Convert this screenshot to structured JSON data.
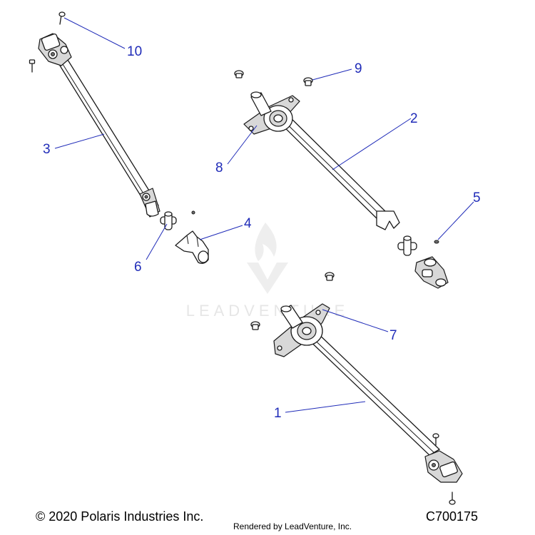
{
  "watermark": {
    "text": "LEADVENTURE"
  },
  "callouts": [
    {
      "id": "callout-1",
      "label": "1"
    },
    {
      "id": "callout-2",
      "label": "2"
    },
    {
      "id": "callout-3",
      "label": "3"
    },
    {
      "id": "callout-4",
      "label": "4"
    },
    {
      "id": "callout-5",
      "label": "5"
    },
    {
      "id": "callout-6",
      "label": "6"
    },
    {
      "id": "callout-7",
      "label": "7"
    },
    {
      "id": "callout-8",
      "label": "8"
    },
    {
      "id": "callout-9",
      "label": "9"
    },
    {
      "id": "callout-10",
      "label": "10"
    }
  ],
  "footer": {
    "copyright": "© 2020 Polaris Industries Inc.",
    "rendered_by": "Rendered by LeadVenture, Inc.",
    "diagram_code": "C700175"
  },
  "colors": {
    "callout": "#1f2bb8",
    "line_art": "#1a1a1a",
    "watermark": "#e6e6e6"
  }
}
